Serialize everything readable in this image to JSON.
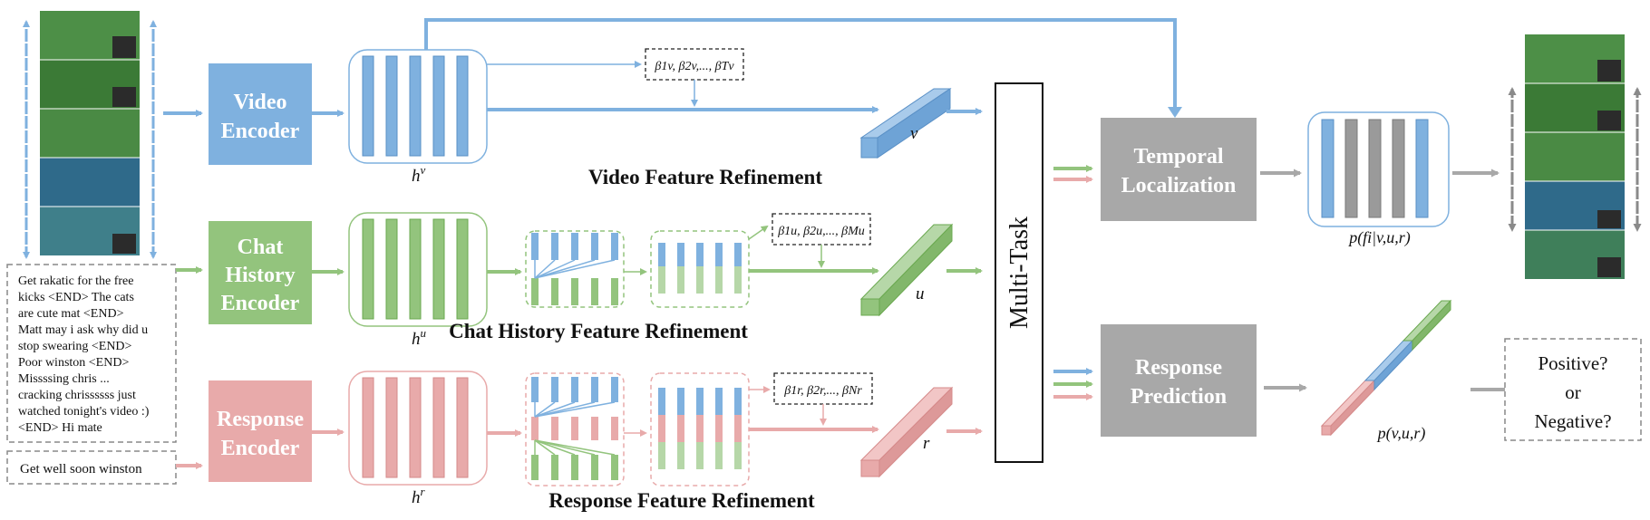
{
  "colors": {
    "video": "#7fb1df",
    "video_dark": "#5a90c6",
    "chat": "#93c47d",
    "chat_dark": "#6aa84f",
    "response": "#e8aaaa",
    "response_dark": "#d58a8a",
    "gray": "#a8a8a8",
    "gray_dark": "#8a8a8a"
  },
  "encoders": {
    "video": "Video Encoder",
    "chat": "Chat History Encoder",
    "response": "Response Encoder"
  },
  "hidden_labels": {
    "video": "h",
    "video_sup": "v",
    "chat": "h",
    "chat_sup": "u",
    "response": "h",
    "response_sup": "r"
  },
  "refinement_titles": {
    "video": "Video Feature Refinement",
    "chat": "Chat History Feature Refinement",
    "response": "Response Feature Refinement"
  },
  "beta_labels": {
    "video": "β1v, β2v,..., βTv",
    "chat": "β1u, β2u,..., βMu",
    "response": "β1r, β2r,..., βNr"
  },
  "vector_labels": {
    "video": "v",
    "chat": "u",
    "response": "r"
  },
  "multitask_label": "Multi-Task",
  "temporal_localization": "Temporal Localization",
  "response_prediction": "Response Prediction",
  "frame_prob_label": "p(fi|v,u,r)",
  "joint_prob_label": "p(v,u,r)",
  "outcome": [
    "Positive?",
    "or",
    "Negative?"
  ],
  "chat_text": [
    "Get rakatic for the free",
    "kicks <END> The cats",
    "are cute mat <END>",
    "Matt may i ask why did u",
    "stop swearing <END>",
    "Poor winston <END>",
    "Missssing chris ...",
    "cracking chrissssss just",
    "watched tonight's video :)",
    "<END> Hi mate"
  ],
  "response_text": "Get well soon winston"
}
